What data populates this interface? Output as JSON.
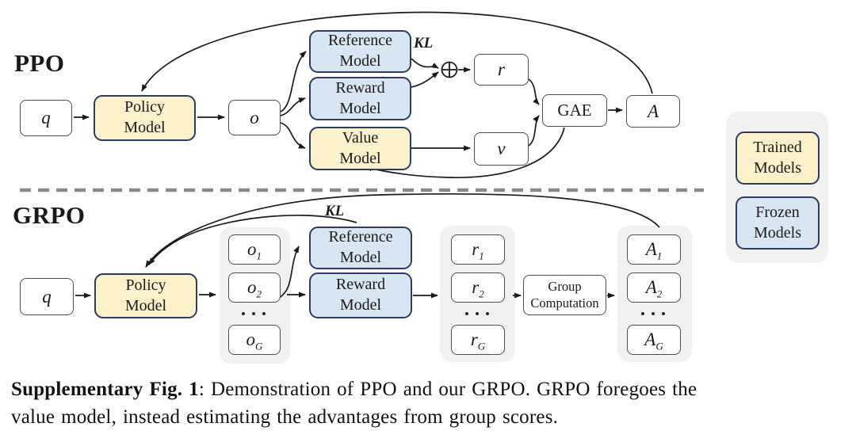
{
  "figure": {
    "ppo": {
      "label": "PPO",
      "q": "q",
      "policy": {
        "line1": "Policy",
        "line2": "Model"
      },
      "o": "o",
      "reference": {
        "line1": "Reference",
        "line2": "Model"
      },
      "reward": {
        "line1": "Reward",
        "line2": "Model"
      },
      "value": {
        "line1": "Value",
        "line2": "Model"
      },
      "kl": "KL",
      "oplus_icon": "⊕",
      "r": "r",
      "v": "v",
      "gae": "GAE",
      "A": "A"
    },
    "grpo": {
      "label": "GRPO",
      "q": "q",
      "policy": {
        "line1": "Policy",
        "line2": "Model"
      },
      "reference": {
        "line1": "Reference",
        "line2": "Model"
      },
      "reward": {
        "line1": "Reward",
        "line2": "Model"
      },
      "kl": "KL",
      "dots": "• • •",
      "o_items": [
        {
          "base": "o",
          "sub": "1"
        },
        {
          "base": "o",
          "sub": "2"
        },
        {
          "base": "o",
          "sub": "G"
        }
      ],
      "r_items": [
        {
          "base": "r",
          "sub": "1"
        },
        {
          "base": "r",
          "sub": "2"
        },
        {
          "base": "r",
          "sub": "G"
        }
      ],
      "a_items": [
        {
          "base": "A",
          "sub": "1"
        },
        {
          "base": "A",
          "sub": "2"
        },
        {
          "base": "A",
          "sub": "G"
        }
      ],
      "group_computation": {
        "line1": "Group",
        "line2": "Computation"
      }
    },
    "legend": {
      "trained": {
        "line1": "Trained",
        "line2": "Models"
      },
      "frozen": {
        "line1": "Frozen",
        "line2": "Models"
      }
    },
    "colors": {
      "trained_fill": "#FBF1CB",
      "frozen_fill": "#D8E6F3",
      "model_border": "#2F3A5F",
      "plain_border": "#4D4D4D",
      "group_bg": "#F1F1F1",
      "divider": "#8A8A8A",
      "arrow": "#1A1A1A"
    }
  },
  "caption": {
    "bold": "Supplementary Fig. 1",
    "line1_rest": ": Demonstration of PPO and our GRPO. GRPO foregoes the",
    "line2": "value model, instead estimating the advantages from group scores."
  }
}
